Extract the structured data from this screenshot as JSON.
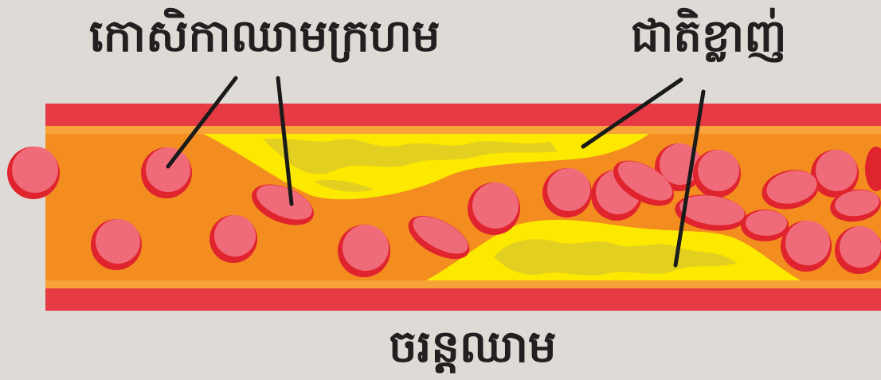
{
  "labels": {
    "red_blood_cells": "កោសិកាឈាមក្រហម",
    "fat_plaque": "ជាតិខ្លាញ់",
    "blood_vessel": "ចរន្តឈាម"
  },
  "colors": {
    "background": "#dedbd6",
    "vessel_wall": "#e63b45",
    "wall_inner_stripe": "#f7a33a",
    "blood_flow": "#f38d20",
    "plaque": "#fde800",
    "plaque_texture": "#e2cf20",
    "cell_fill": "#f06b7a",
    "cell_rim": "#e0242e",
    "pointer_line": "#1a1a1a",
    "label_text": "#231f20"
  },
  "icons": {
    "cell": "red-blood-cell-icon"
  }
}
